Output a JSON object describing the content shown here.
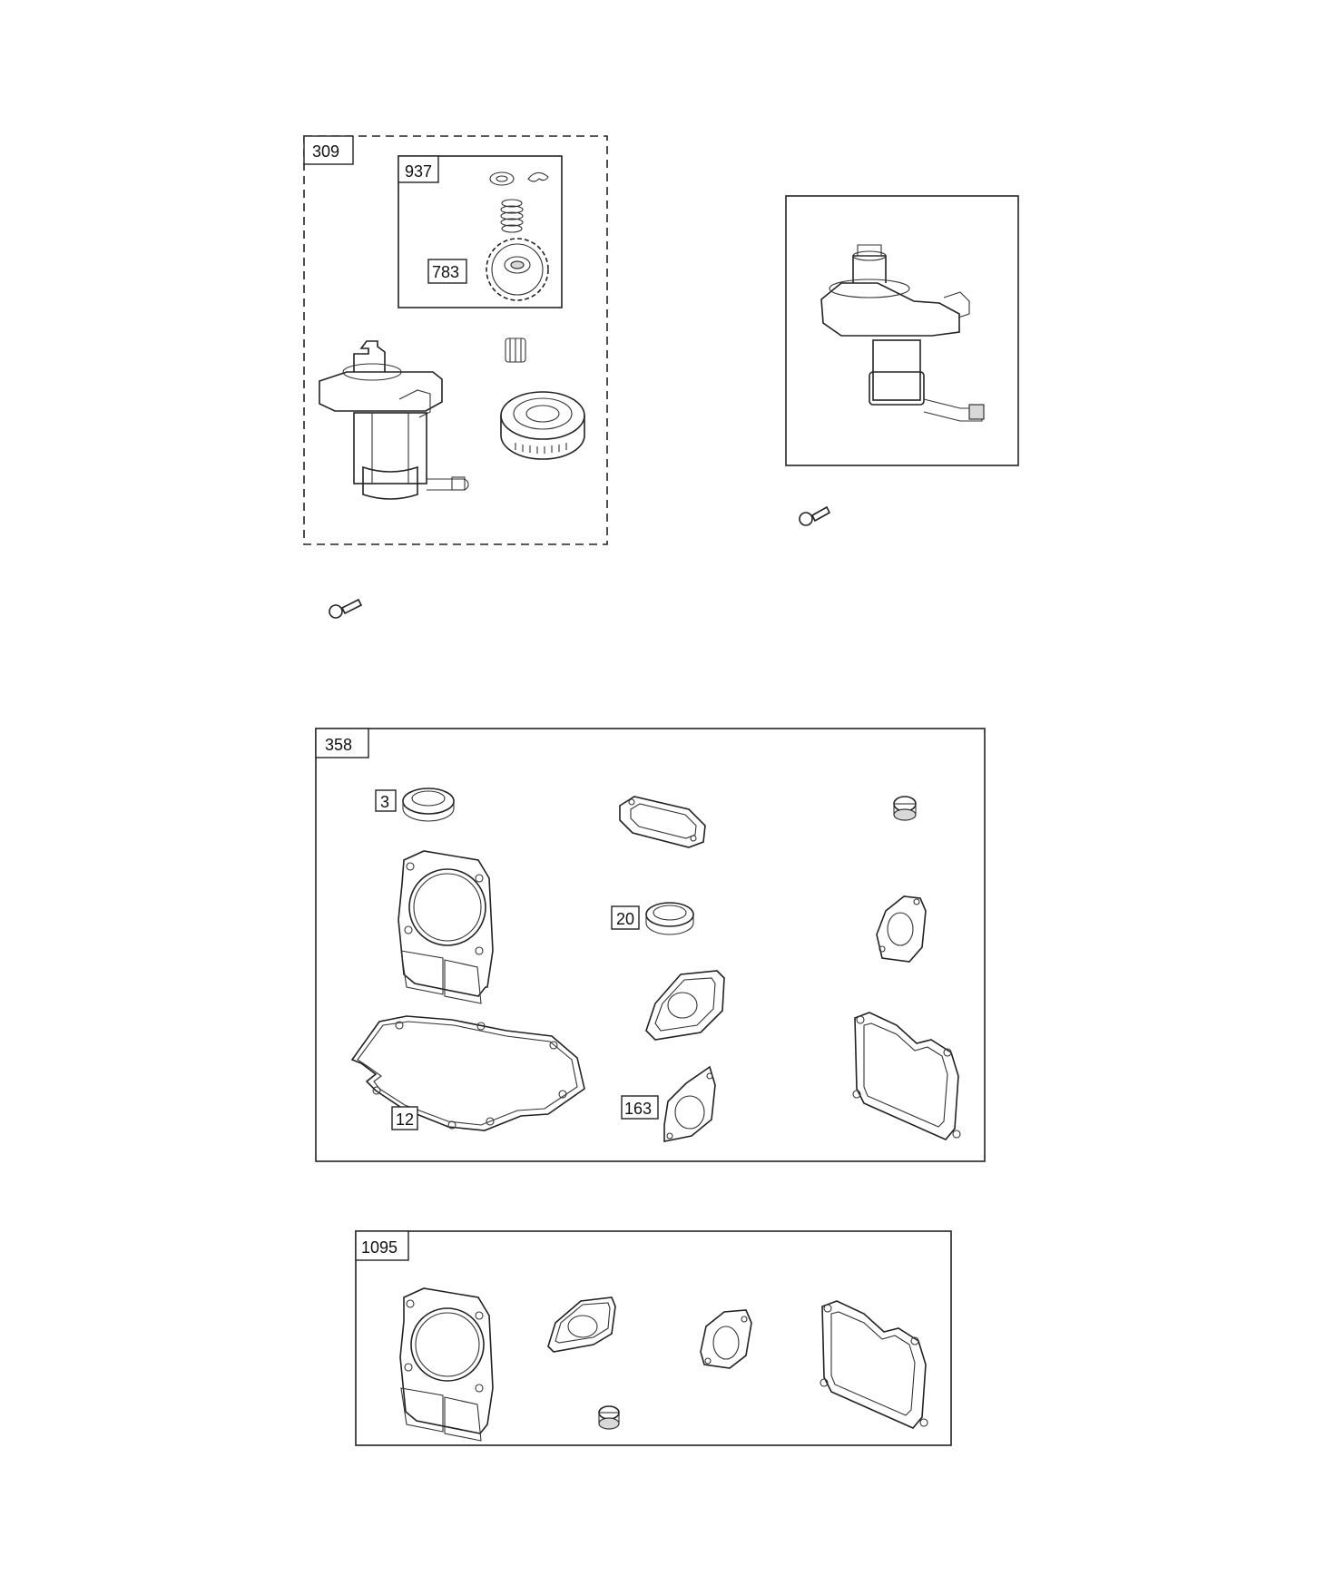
{
  "colors": {
    "line": "#222222",
    "background": "#ffffff"
  },
  "kits": {
    "starter_kit": {
      "label": "309"
    },
    "drive_kit": {
      "label": "937"
    },
    "gear": {
      "label": "783"
    },
    "gasket_set": {
      "label": "358"
    },
    "gasket_set_small": {
      "label": "1095"
    }
  },
  "parts": {
    "seal_a": {
      "label": "3"
    },
    "seal_b": {
      "label": "20"
    },
    "crankcase_gasket": {
      "label": "12"
    },
    "intake_gasket": {
      "label": "163"
    }
  }
}
